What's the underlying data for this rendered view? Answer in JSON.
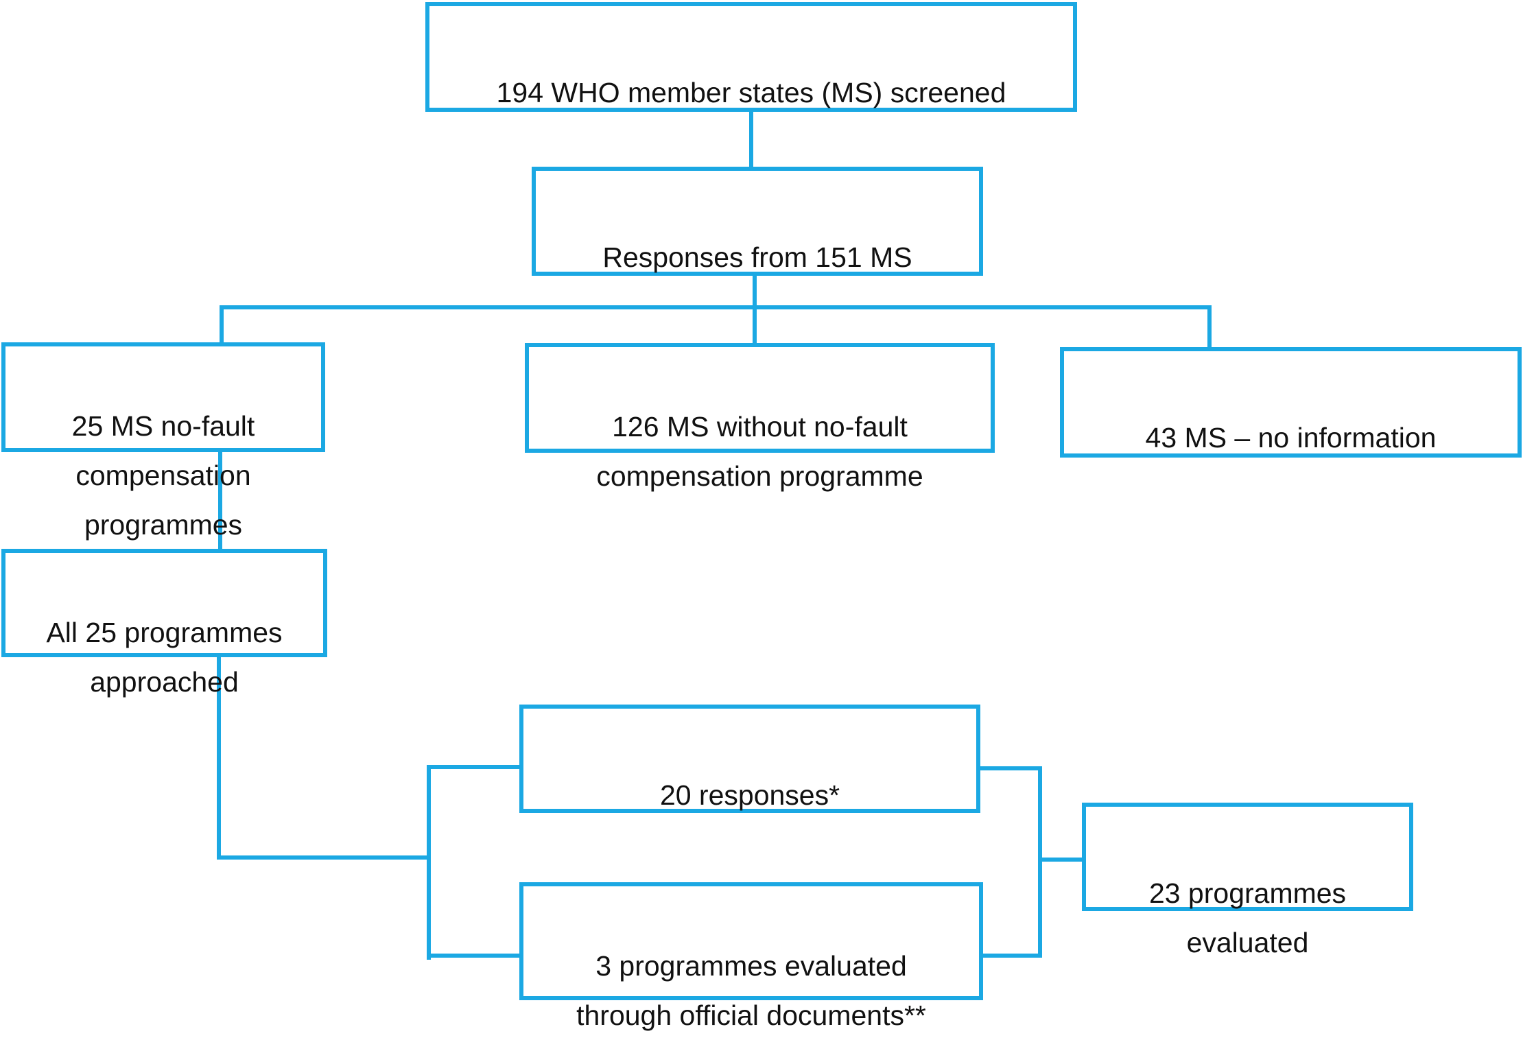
{
  "diagram": {
    "accent_color": "#1BA8E3",
    "background_color": "#FFFFFF",
    "text_color": "#111111",
    "boxes": [
      {
        "id": "screened",
        "text": "194 WHO member states (MS) screened"
      },
      {
        "id": "responses",
        "text": "Responses from 151 MS"
      },
      {
        "id": "no_fault",
        "text": "25 MS no-fault\ncompensation programmes"
      },
      {
        "id": "without_no_fault",
        "text": "126 MS without no-fault\ncompensation programme"
      },
      {
        "id": "no_information",
        "text": "43 MS – no information"
      },
      {
        "id": "approached",
        "text": "All 25 programmes\napproached"
      },
      {
        "id": "responses_20",
        "text": "20 responses*"
      },
      {
        "id": "official_docs",
        "text": "3 programmes evaluated\nthrough official documents**"
      },
      {
        "id": "evaluated",
        "text": "23 programmes evaluated"
      }
    ]
  }
}
